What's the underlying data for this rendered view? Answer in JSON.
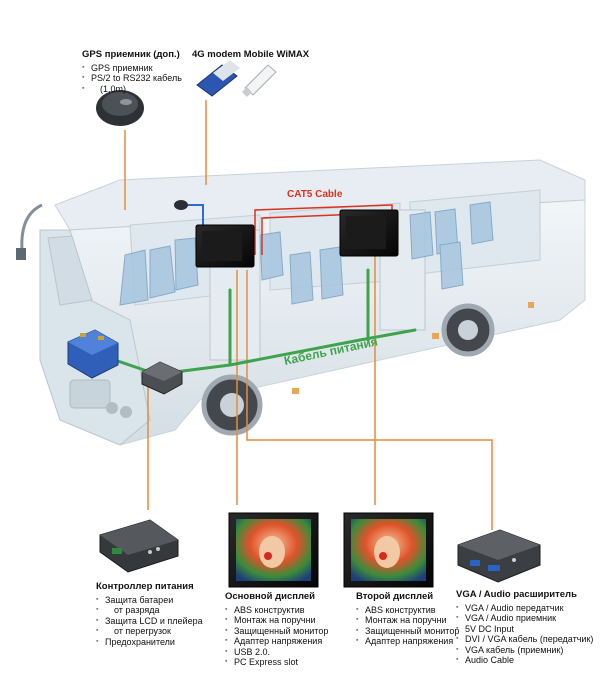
{
  "colors": {
    "cat5": "#d9341f",
    "power": "#3fa34d",
    "leader": "#e58c3a",
    "bus_body": "#dfe8ee",
    "seat": "#a9c7e0",
    "screen": "#111111"
  },
  "labels": {
    "cat5_cable": "CAT5 Cable",
    "power_cable": "Кабель питания"
  },
  "gps": {
    "title": "GPS приемник (доп.)",
    "items": [
      "GPS приемник",
      "PS/2 to RS232 кабель",
      "(1.0m)"
    ]
  },
  "modem": {
    "title": "4G modem Mobile WiMAX"
  },
  "power_controller": {
    "title": "Контроллер питания",
    "items": [
      "Защита батареи",
      "от разряда",
      "Защита LCD и плейера",
      "от перегрузок",
      "Предохранители"
    ]
  },
  "main_display": {
    "title": "Основной дисплей",
    "items": [
      "ABS конструктив",
      "Монтаж на поручни",
      "Защищенный монитор",
      "Адаптер напряжения",
      "USB 2.0.",
      "PC Express slot"
    ]
  },
  "second_display": {
    "title": "Второй дисплей",
    "items": [
      "ABS конструктив",
      "Монтаж на поручни",
      "Защищенный монитор",
      "Адаптер напряжения"
    ]
  },
  "vga_extender": {
    "title": "VGA / Audio расширитель",
    "items": [
      "VGA / Audio передатчик",
      "VGA / Audio приемник",
      "5V DC Input",
      "DVI / VGA  кабель (передатчик)",
      "VGA кабель (приемник)",
      "Audio Cable"
    ]
  }
}
